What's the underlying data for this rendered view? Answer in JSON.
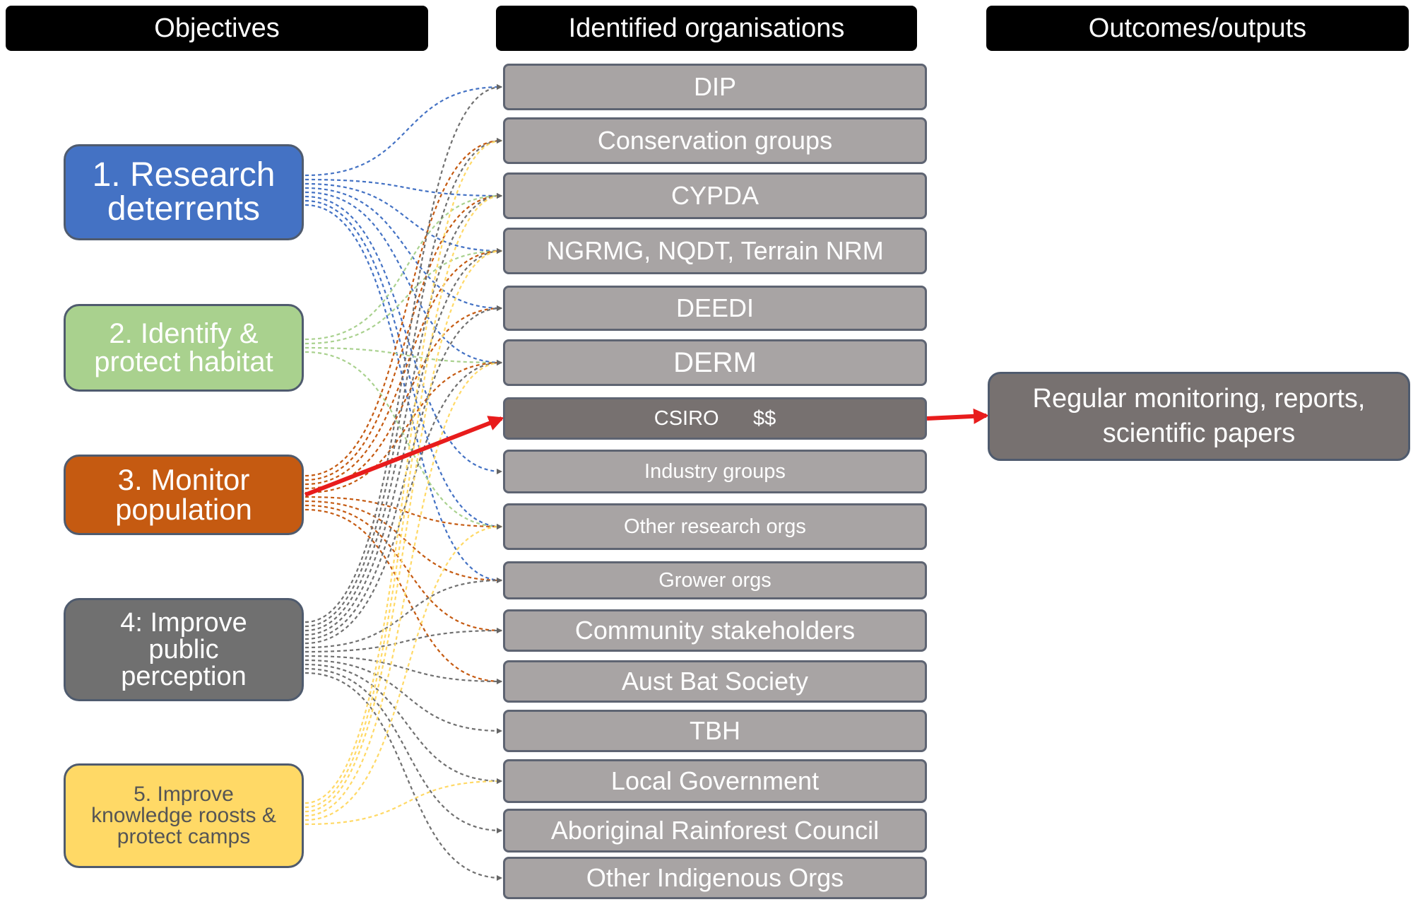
{
  "headers": {
    "objectives": "Objectives",
    "organisations": "Identified organisations",
    "outcomes": "Outcomes/outputs"
  },
  "objectives": [
    {
      "label": "1. Research\ndeterrents",
      "color": "#4472c4"
    },
    {
      "label": "2. Identify &\nprotect habitat",
      "color": "#a9d18e"
    },
    {
      "label": "3. Monitor\npopulation",
      "color": "#c55a11"
    },
    {
      "label": "4: Improve\npublic\nperception",
      "color": "#707070"
    },
    {
      "label": "5. Improve\nknowledge roosts &\nprotect camps",
      "color": "#ffd966"
    }
  ],
  "organisations": [
    "DIP",
    "Conservation groups",
    "CYPDA",
    "NGRMG, NQDT, Terrain NRM",
    "DEEDI",
    "DERM",
    "CSIRO      $$",
    "Industry groups",
    "Other research orgs",
    "Grower orgs",
    "Community stakeholders",
    "Aust Bat Society",
    "TBH",
    "Local Government",
    "Aboriginal Rainforest Council",
    "Other Indigenous Orgs"
  ],
  "outcome": "Regular monitoring, reports,\nscientific papers",
  "highlight_color": "#e81c1c",
  "links": [
    {
      "from": 0,
      "to": [
        0,
        2,
        3,
        4,
        5,
        7,
        8,
        9
      ]
    },
    {
      "from": 1,
      "to": [
        2,
        3,
        5,
        8
      ]
    },
    {
      "from": 2,
      "to": [
        1,
        2,
        3,
        4,
        5,
        8,
        9,
        10,
        11
      ]
    },
    {
      "from": 3,
      "to": [
        0,
        1,
        2,
        3,
        4,
        5,
        9,
        10,
        11,
        12,
        13,
        14,
        15
      ]
    },
    {
      "from": 4,
      "to": [
        1,
        2,
        3,
        5,
        8,
        13
      ]
    }
  ],
  "highlight": {
    "from_objective": 2,
    "to_organisation": 6
  }
}
